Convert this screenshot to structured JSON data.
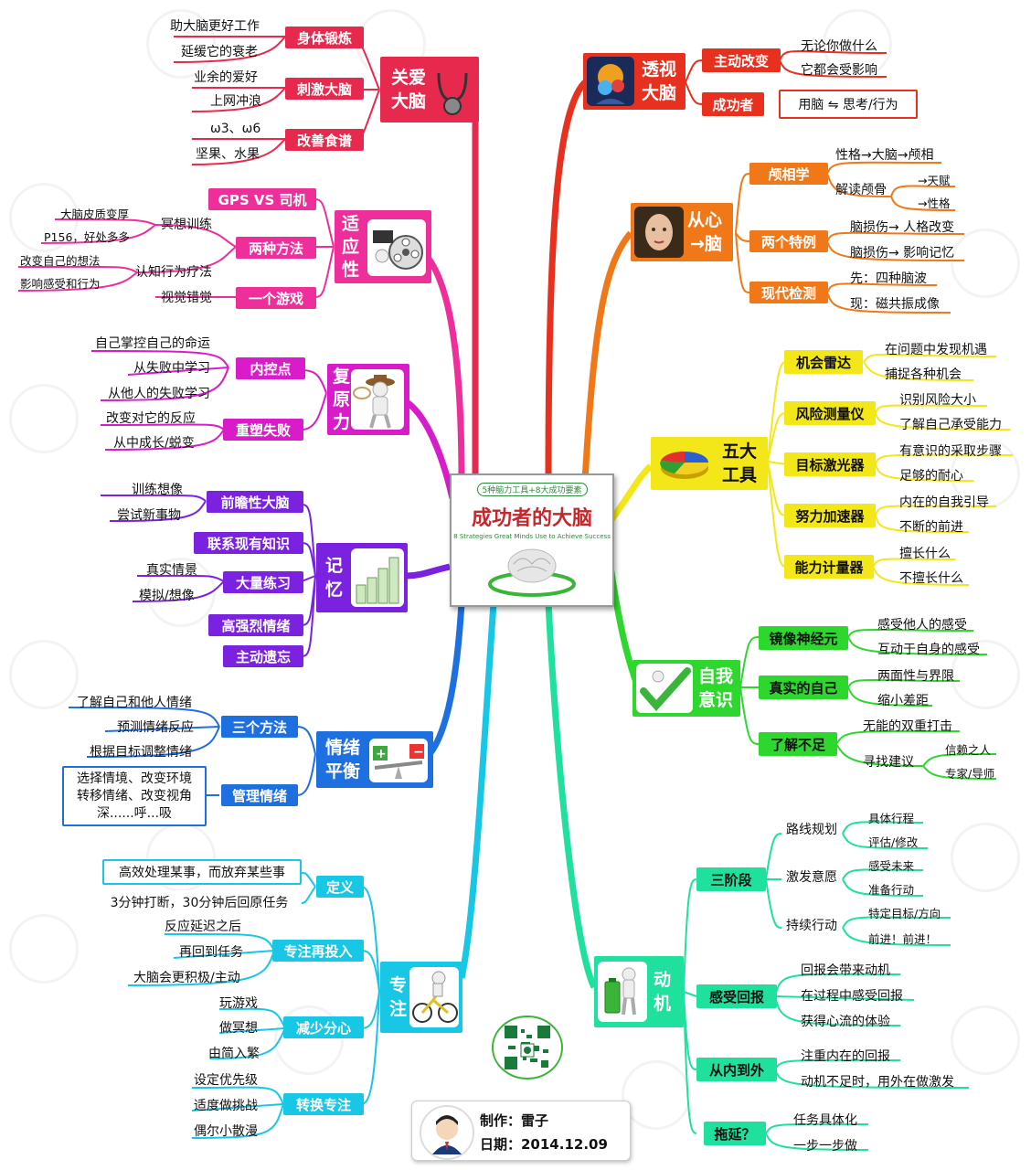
{
  "center": {
    "badge": "5种脑力工具+8大成功要素",
    "title": "成功者的大脑",
    "subtitle": "8 Strategies Great Minds Use to Achieve Success"
  },
  "footer": {
    "author_label": "制作：雷子",
    "date_label": "日期：2014.12.09"
  },
  "branches": {
    "guanai": {
      "label_lines": [
        "关爱",
        "大脑"
      ],
      "color": "#e8294e",
      "subs": [
        {
          "label": "身体锻炼",
          "leaves": [
            "助大脑更好工作",
            "延缓它的衰老"
          ]
        },
        {
          "label": "刺激大脑",
          "leaves": [
            "业余的爱好",
            "上网冲浪"
          ]
        },
        {
          "label": "改善食谱",
          "leaves": [
            "ω3、ω6",
            "坚果、水果"
          ]
        }
      ]
    },
    "shiying": {
      "label_lines": [
        "适",
        "应",
        "性"
      ],
      "color": "#ee2e9a",
      "subs": [
        {
          "label": "GPS VS 司机",
          "leaves": []
        },
        {
          "label": "两种方法",
          "leaves": [
            "冥想训练",
            "认知行为疗法"
          ],
          "subleaves": [
            [
              "大脑皮质变厚",
              "P156，好处多多"
            ],
            [
              "改变自己的想法",
              "影响感受和行为"
            ]
          ]
        },
        {
          "label": "一个游戏",
          "leaves": [
            "视觉错觉"
          ]
        }
      ]
    },
    "fuyuan": {
      "label_lines": [
        "复",
        "原",
        "力"
      ],
      "color": "#d81cc9",
      "subs": [
        {
          "label": "内控点",
          "leaves": [
            "自己掌控自己的命运",
            "从失败中学习",
            "从他人的失败学习"
          ]
        },
        {
          "label": "重塑失败",
          "leaves": [
            "改变对它的反应",
            "从中成长/蜕变"
          ]
        }
      ]
    },
    "jiyi": {
      "label_lines": [
        "记",
        "忆"
      ],
      "color": "#7a22e0",
      "subs": [
        {
          "label": "前瞻性大脑",
          "leaves": [
            "训练想像",
            "尝试新事物"
          ]
        },
        {
          "label": "联系现有知识",
          "leaves": []
        },
        {
          "label": "大量练习",
          "leaves": [
            "真实情景",
            "模拟/想像"
          ]
        },
        {
          "label": "高强烈情绪",
          "leaves": []
        },
        {
          "label": "主动遗忘",
          "leaves": []
        }
      ]
    },
    "qingxu": {
      "label_lines": [
        "情绪",
        "平衡"
      ],
      "color": "#1e6fe0",
      "subs": [
        {
          "label": "三个方法",
          "leaves": [
            "了解自己和他人情绪",
            "预测情绪反应",
            "根据目标调整情绪"
          ]
        },
        {
          "label": "管理情绪",
          "box_lines": [
            "选择情境、改变环境",
            "转移情绪、改变视角",
            "深......呼...吸"
          ]
        }
      ]
    },
    "zhuanzhu": {
      "label_lines": [
        "专",
        "注"
      ],
      "color": "#18c6e6",
      "subs": [
        {
          "label": "定义",
          "boxes": [
            "高效处理某事，而放弃某些事",
            "3分钟打断，30分钟后回原任务"
          ]
        },
        {
          "label": "专注再投入",
          "leaves": [
            "反应延迟之后",
            "再回到任务",
            "大脑会更积极/主动"
          ]
        },
        {
          "label": "减少分心",
          "leaves": [
            "玩游戏",
            "做冥想",
            "由简入繁"
          ]
        },
        {
          "label": "转换专注",
          "leaves": [
            "设定优先级",
            "适度做挑战",
            "偶尔小散漫"
          ]
        }
      ]
    },
    "toushi": {
      "label_lines": [
        "透视",
        "大脑"
      ],
      "color": "#e8301e",
      "subs": [
        {
          "label": "主动改变",
          "leaves": [
            "无论你做什么",
            "它都会受影响"
          ]
        },
        {
          "label": "成功者",
          "box": "用脑 ⇋ 思考/行为"
        }
      ]
    },
    "congxin": {
      "label_lines": [
        "从心",
        "→脑"
      ],
      "color": "#f07818",
      "subs": [
        {
          "label": "颅相学",
          "leaves": [
            "性格→大脑→颅相",
            "解读颅骨"
          ],
          "subleaves": [
            "→天赋",
            "→性格"
          ]
        },
        {
          "label": "两个特例",
          "leaves": [
            "脑损伤→ 人格改变",
            "脑损伤→ 影响记忆"
          ]
        },
        {
          "label": "现代检测",
          "leaves": [
            "先：四种脑波",
            "现：磁共振成像"
          ]
        }
      ]
    },
    "wuda": {
      "label_lines": [
        "五大",
        "工具"
      ],
      "color": "#f3e619",
      "subs": [
        {
          "label": "机会雷达",
          "leaves": [
            "在问题中发现机遇",
            "捕捉各种机会"
          ]
        },
        {
          "label": "风险测量仪",
          "leaves": [
            "识别风险大小",
            "了解自己承受能力"
          ]
        },
        {
          "label": "目标激光器",
          "leaves": [
            "有意识的采取步骤",
            "足够的耐心"
          ]
        },
        {
          "label": "努力加速器",
          "leaves": [
            "内在的自我引导",
            "不断的前进"
          ]
        },
        {
          "label": "能力计量器",
          "leaves": [
            "擅长什么",
            "不擅长什么"
          ]
        }
      ]
    },
    "ziwo": {
      "label_lines": [
        "自我",
        "意识"
      ],
      "color": "#2ed72e",
      "subs": [
        {
          "label": "镜像神经元",
          "leaves": [
            "感受他人的感受",
            "互动于自身的感受"
          ]
        },
        {
          "label": "真实的自己",
          "leaves": [
            "两面性与界限",
            "缩小差距"
          ]
        },
        {
          "label": "了解不足",
          "leaves": [
            "无能的双重打击",
            "寻找建议"
          ],
          "subleaves": [
            "信赖之人",
            "专家/导师"
          ]
        }
      ]
    },
    "dongji": {
      "label_lines": [
        "动",
        "机"
      ],
      "color": "#1fe09c",
      "subs": [
        {
          "label": "三阶段",
          "leaves": [
            "路线规划",
            "激发意愿",
            "持续行动"
          ],
          "subleaves": [
            [
              "具体行程",
              "评估/修改"
            ],
            [
              "感受未来",
              "准备行动"
            ],
            [
              "特定目标/方向",
              "前进！前进！"
            ]
          ]
        },
        {
          "label": "感受回报",
          "leaves": [
            "回报会带来动机",
            "在过程中感受回报",
            "获得心流的体验"
          ]
        },
        {
          "label": "从内到外",
          "leaves": [
            "注重内在的回报",
            "动机不足时，用外在做激发"
          ]
        },
        {
          "label": "拖延？",
          "leaves": [
            "任务具体化",
            "一步一步做"
          ]
        }
      ]
    }
  },
  "icons": [
    "stethoscope-icon",
    "film-reel-icon",
    "cowboy-figure-icon",
    "money-stack-icon",
    "scale-icon",
    "cyclist-icon",
    "brain-gears-icon",
    "woman-face-icon",
    "pie-chart-icon",
    "checkmark-figure-icon",
    "battery-figure-icon",
    "qr-code-icon",
    "cartoon-avatar-icon"
  ]
}
